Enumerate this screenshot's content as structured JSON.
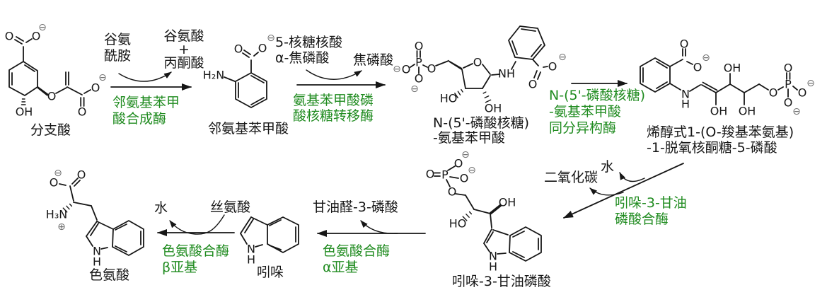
{
  "colors": {
    "enzyme_green": "#1f8b1f",
    "bond_black": "#161616",
    "charge_gray": "#6f6f6f"
  },
  "glyphs": {
    "O": "O",
    "P": "P",
    "N": "N",
    "H": "H",
    "OH": "OH",
    "HO": "HO",
    "NH": "NH",
    "H2N": "H₂N",
    "H3N": "H₃N",
    "minus": "⊖",
    "plus": "⊕"
  },
  "compounds": {
    "chorismate": {
      "name": "分支酸"
    },
    "anthranilate": {
      "name": "邻氨基苯甲酸"
    },
    "pra": {
      "name1": "N-(5'-磷酸核糖)",
      "name2": "-氨基苯甲酸"
    },
    "cdrp": {
      "name1": "烯醇式1-(O-羧基苯氨基)",
      "name2": "-1-脱氧核酮糖-5-磷酸"
    },
    "igp": {
      "name": "吲哚-3-甘油磷酸"
    },
    "indole": {
      "name": "吲哚"
    },
    "tryptophan": {
      "name": "色氨酸"
    }
  },
  "reactions": {
    "r1": {
      "in1": "谷氨",
      "in2": "酰胺",
      "out1": "谷氨酸",
      "plus": "+",
      "out2": "丙酮酸",
      "enzyme1": "邻氨基苯甲",
      "enzyme2": "酸合成酶"
    },
    "r2": {
      "in1": "5-核糖核酸",
      "in2": "α-焦磷酸",
      "out": "焦磷酸",
      "enzyme1": "氨基苯甲酸磷",
      "enzyme2": "酸核糖转移酶"
    },
    "r3": {
      "enzyme1": "N-(5'-磷酸核糖)",
      "enzyme2": "-氨基苯甲酸",
      "enzyme3": "同分异构酶"
    },
    "r4": {
      "out1": "二氧化碳",
      "out2": "水",
      "enzyme1": "吲哚-3-甘油",
      "enzyme2": "磷酸合酶"
    },
    "r5": {
      "out": "甘油醛-3-磷酸",
      "enzyme1": "色氨酸合酶",
      "enzyme2": "α亚基"
    },
    "r6": {
      "in": "丝氨酸",
      "out": "水",
      "enzyme1": "色氨酸合酶",
      "enzyme2": "β亚基"
    }
  }
}
